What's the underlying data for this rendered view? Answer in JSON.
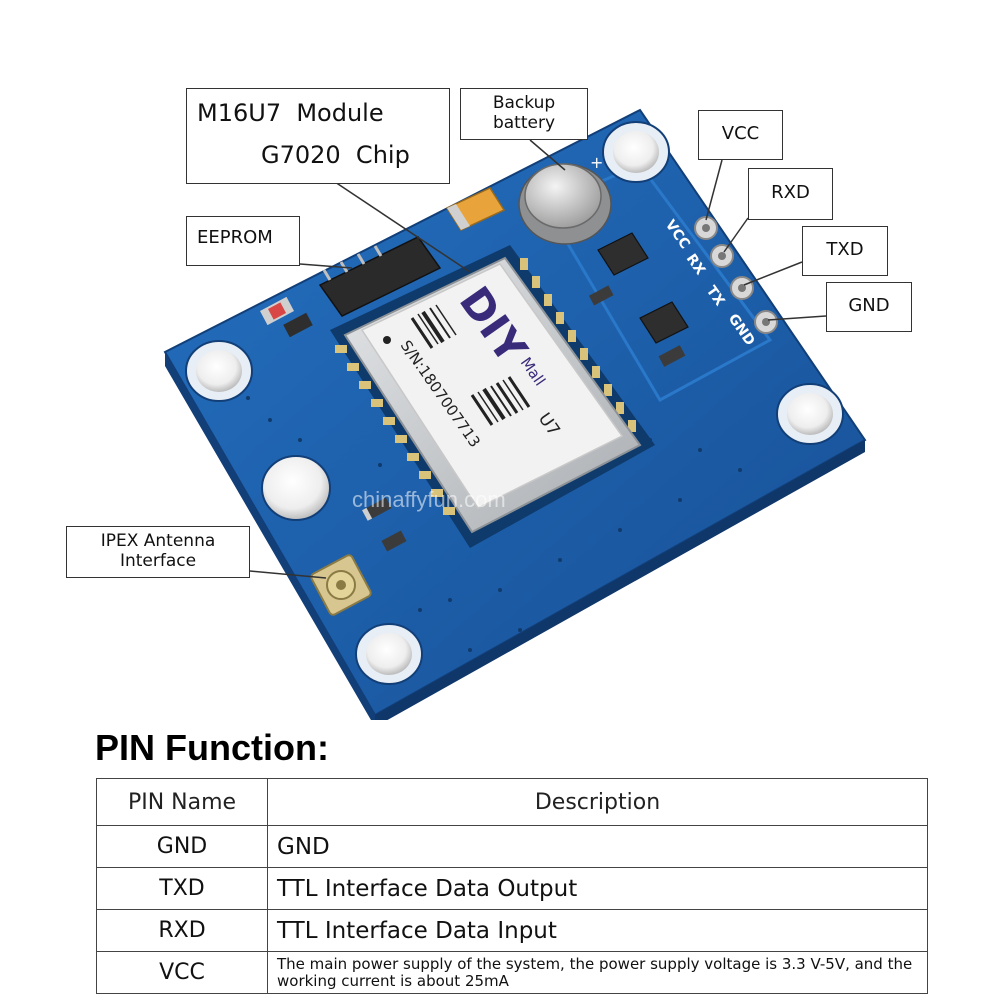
{
  "diagram": {
    "callouts": {
      "module": {
        "line1": "M16U7  Module",
        "line2": "G7020  Chip"
      },
      "battery": {
        "line1": "Backup",
        "line2": "battery"
      },
      "eeprom": "EEPROM",
      "vcc": "VCC",
      "rxd": "RXD",
      "txd": "TXD",
      "gnd": "GND",
      "ipex": {
        "line1": "IPEX Antenna",
        "line2": "Interface"
      }
    },
    "board": {
      "pin_silkscreen": [
        "VCC",
        "RX",
        "TX",
        "GND"
      ],
      "chip_brand": "DIY",
      "chip_subbrand": "Mall",
      "chip_model": "U7",
      "chip_serial": "S/N:1807007713",
      "watermark": "chinaffyfun.com",
      "colors": {
        "pcb": "#1f62b0",
        "pcb_dark": "#164d8e",
        "shield": "#cfd2d4",
        "label": "#f2f2f2",
        "brand": "#3a2a7a"
      }
    }
  },
  "section_title": "PIN Function:",
  "pin_table": {
    "headers": [
      "PIN Name",
      "Description"
    ],
    "rows": [
      {
        "name": "GND",
        "description": "GND"
      },
      {
        "name": "TXD",
        "description": "TTL Interface Data Output"
      },
      {
        "name": "RXD",
        "description": "TTL Interface Data Input"
      },
      {
        "name": "VCC",
        "description": "The main power supply of the system, the power supply voltage is 3.3 V-5V, and the working current is about 25mA"
      }
    ]
  }
}
